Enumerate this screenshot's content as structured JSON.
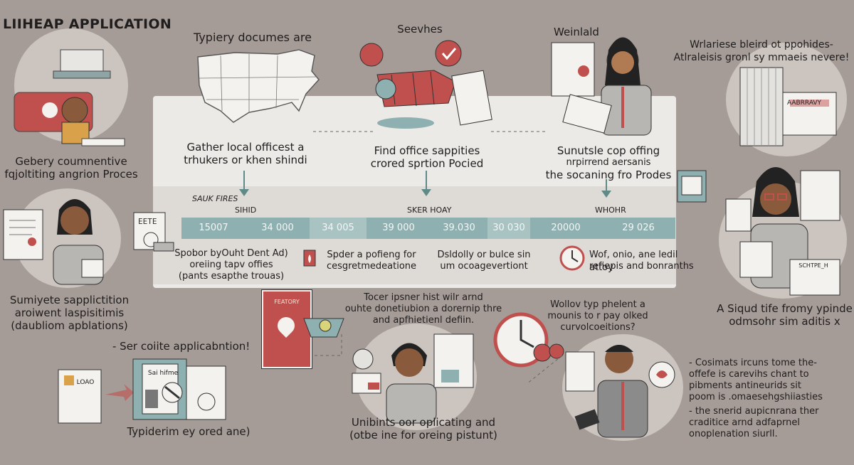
{
  "header": {
    "title": "LIIHEAP APPLICATION"
  },
  "top": {
    "col1_heading": "Typiery documes are",
    "col2_heading": "Seevhes",
    "col3_heading": "Weinlald",
    "right_top_l1": "Wrlariese bleird ot ppohides-",
    "right_top_l2": "Atlraleisis gronl sy mmaeis nevere!"
  },
  "left": {
    "caption1_l1": "Gebery coumnentive",
    "caption1_l2": "fqjoltiting angrion Proces",
    "caption2_l1": "Sumiyete sapplictition",
    "caption2_l2": "aroiwent laspisitimis",
    "caption2_l3": "(daubliom apblations)",
    "bullet_title": "- Ser coiite applicabntion!",
    "bottom_caption": "Typiderim ey ored ane)"
  },
  "steps": {
    "s1_l1": "Gather local officest a",
    "s1_l2": "trhukers or khen shindi",
    "s2_l1": "Find office sappities",
    "s2_l2": "crored sprtion Pocied",
    "s3_l1": "Sunutsle cop offing",
    "s3_l2": "nrpirrend aersanis",
    "s3_l3": "the socaning fro Prodes"
  },
  "timeline": {
    "label_left_top": "SAUK FIRES",
    "label_left": "SIHID",
    "label_mid": "SKER HOAY",
    "label_right": "WHOHR",
    "values": [
      "15007",
      "34 000",
      "34 005",
      "39 000",
      "39.030",
      "30 030",
      "20000",
      "29 026"
    ]
  },
  "notes": {
    "n1_l1": "Spobor byOuht Dent Ad)",
    "n1_l2": "oreiing tapv offies",
    "n1_l3": "(pants esapthe trouas)",
    "n2_l1": "Spder a pofieng for",
    "n2_l2": "cesgretmedeatione",
    "n3_l1": "Dsldolly or bulce sin",
    "n3_l2": "um ocoagevertiont",
    "n4_l1": "Wof, onio, ane ledil attoy",
    "n4_l2": "refiepis and bonranths"
  },
  "bottom": {
    "card_label": "FEATORY",
    "mid_text_l1": "Tocer ipsner hist wilr arnd",
    "mid_text_l2": "ouhte donetiubion a dorernip thre",
    "mid_text_l3": "and apfhietienl defiin.",
    "mid_caption_l1": "Unibints oor oplicating and",
    "mid_caption_l2": "(otbe ine for oreing pistunt)",
    "clock_text_l1": "Wollov typ phelent a",
    "clock_text_l2": "mounis to r pay olked",
    "clock_text_l3": "curvolcoeitions?",
    "form_title": "Sai hifme",
    "form_label": "LOAO"
  },
  "right": {
    "caption_l1": "A Siqud tife fromy ypinde",
    "caption_l2": "odmsohr sim aditis x",
    "bullet1_l1": "- Cosimats ircuns tome the-",
    "bullet1_l2": "offefe is carevihs chant to",
    "bullet1_l3": "pibments antineurids sit",
    "bullet1_l4": "poom is .omaesehgshiiasties",
    "bullet2_l1": "- the snerid aupicnrana ther",
    "bullet2_l2": "craditice  arnd  adfaprnel",
    "bullet2_l3": "onoplenation siurll.",
    "doc_label": "AABRRAVY",
    "doc2_label": "SCHTPE_H"
  },
  "colors": {
    "accent_red": "#c0504d",
    "teal": "#5f8a87",
    "paper": "#f4f2ef",
    "bg": "#a69c97"
  }
}
